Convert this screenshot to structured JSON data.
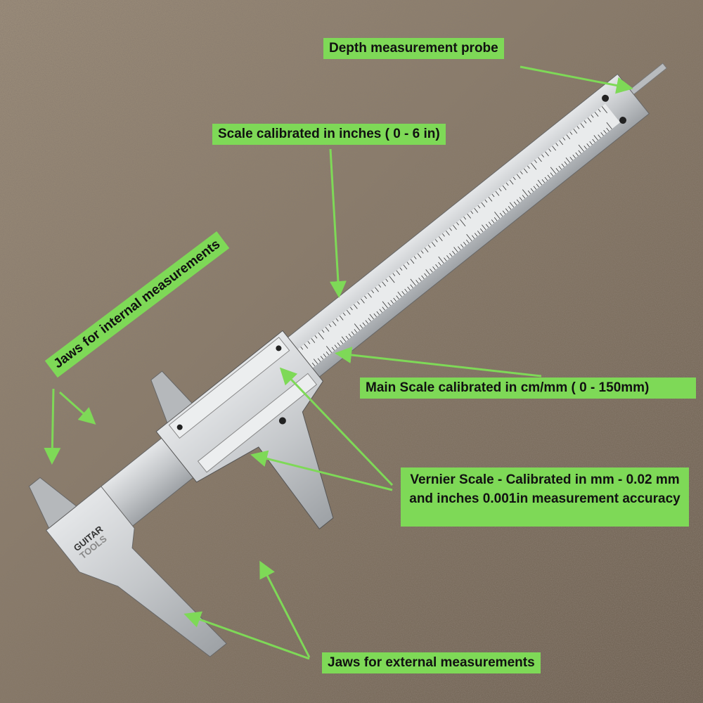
{
  "labels": {
    "depth_probe": "Depth measurement probe",
    "inch_scale": "Scale calibrated in inches ( 0 - 6 in)",
    "internal_jaws": "Jaws for internal measurements",
    "main_scale": "Main Scale calibrated in cm/mm ( 0 - 150mm)",
    "vernier_scale": "Vernier Scale - Calibrated in mm - 0.02 mm and inches 0.001in measurement accuracy",
    "external_jaws": "Jaws for external measurements"
  },
  "logo": {
    "line1": "GUITAR",
    "line2": "TOOLS"
  },
  "colors": {
    "label_bg": "#7ed957",
    "arrow": "#7ed957",
    "steel": "#c9ccce",
    "background": "#857766"
  }
}
